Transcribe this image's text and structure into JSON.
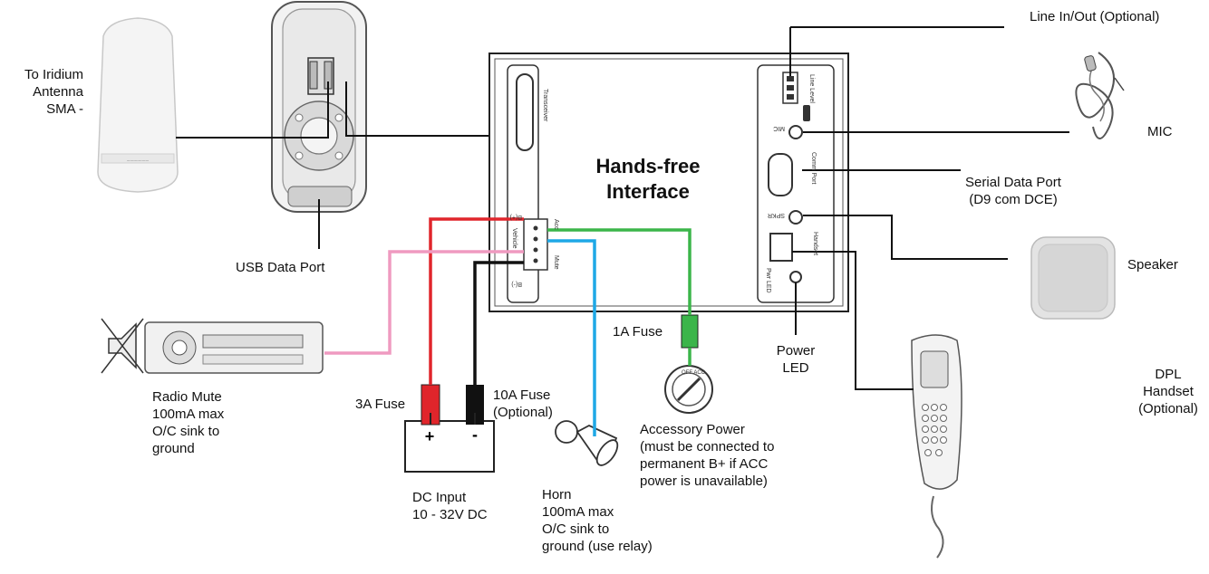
{
  "diagram": {
    "interface_title": "Hands-free\nInterface",
    "labels": {
      "antenna": "To Iridium\nAntenna\nSMA -",
      "usb": "USB Data Port",
      "radio_mute": "Radio Mute\n100mA max\nO/C sink to\nground",
      "fuse_3a": "3A Fuse",
      "fuse_10a": "10A Fuse\n(Optional)",
      "dc_input": "DC Input\n10 - 32V DC",
      "horn": "Horn\n100mA max\nO/C sink to\nground (use relay)",
      "fuse_1a": "1A Fuse",
      "accessory_power": "Accessory Power\n(must be connected to\npermanent B+ if ACC\npower is unavailable)",
      "power_led": "Power\nLED",
      "line_in_out": "Line In/Out (Optional)",
      "mic": "MIC",
      "serial_port": "Serial Data Port\n(D9 com DCE)",
      "speaker": "Speaker",
      "dpl_handset": "DPL\nHandset\n(Optional)"
    },
    "battery_terminals": {
      "positive": "+",
      "negative": "-"
    },
    "wire_colors": {
      "red": "#e0252b",
      "black": "#111111",
      "pink": "#ef9ac0",
      "blue": "#1ea8e6",
      "green": "#3bb54a"
    },
    "panel_marks": {
      "transceiver": "Transceiver",
      "b_plus": "B(+)",
      "b_minus": "B(-)",
      "acc": "Acc",
      "mute": "Mute",
      "vehicle": "Vehicle",
      "line_level": "Line Level",
      "mic_jack": "MIC",
      "comm_port": "Comm Port",
      "spkr": "SPKR",
      "handset": "Handset",
      "pwr_led": "Pwr LED",
      "acc_key": "OFF ACC"
    }
  }
}
